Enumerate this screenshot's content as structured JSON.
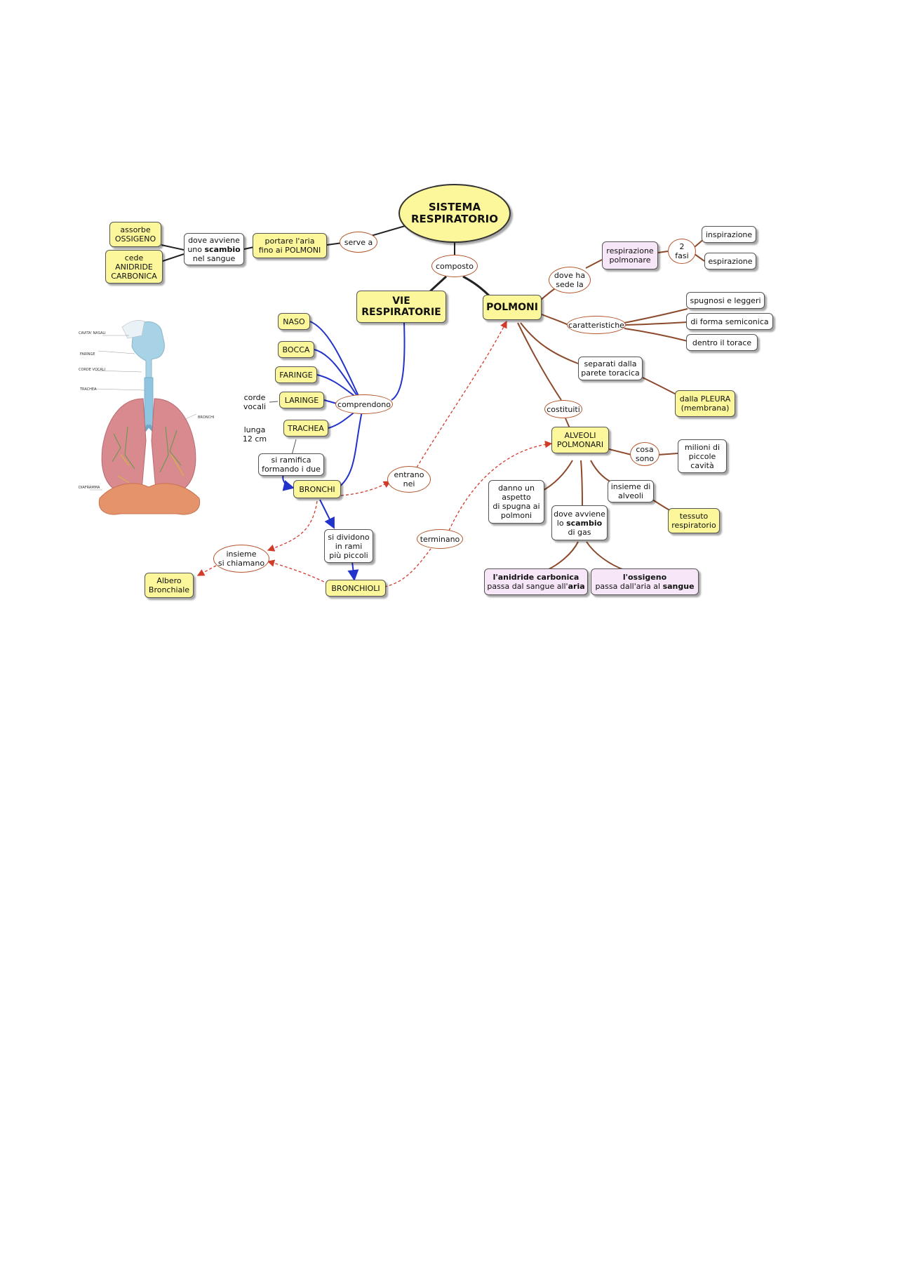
{
  "nodes": {
    "sistema": "SISTEMA\nRESPIRATORIO",
    "composto": "composto",
    "vie": "VIE\nRESPIRATORIE",
    "polmoni": "POLMONI",
    "serve_a": "serve a",
    "portare": "portare l'aria\nfino ai POLMONI",
    "dove_avviene_pre": "dove avviene\nuno ",
    "dove_avviene_bold": "scambio",
    "dove_avviene_post": "\nnel sangue",
    "assorbe": "assorbe\nOSSIGENO",
    "cede": "cede\nANIDRIDE\nCARBONICA",
    "dove_ha": "dove ha\nsede la",
    "resp_polm": "respirazione\npolmonare",
    "due_fasi": "2\nfasi",
    "inspirazione": "inspirazione",
    "espirazione": "espirazione",
    "caratteristiche": "caratteristiche",
    "spugnosi": "spugnosi e leggeri",
    "forma": "di forma semiconica",
    "dentro": "dentro il torace",
    "separati": "separati dalla\nparete toracica",
    "pleura": "dalla PLEURA\n(membrana)",
    "costituiti": "costituiti",
    "alveoli": "ALVEOLI\nPOLMONARI",
    "cosa_sono": "cosa\nsono",
    "milioni": "milioni di\npiccole\ncavità",
    "danno": "danno un\naspetto\ndi spugna ai\npolmoni",
    "insieme_alveoli": "insieme di\nalveoli",
    "tessuto": "tessuto\nrespiratorio",
    "scambio_pre": "dove avviene\nlo ",
    "scambio_bold": "scambio",
    "scambio_post": "\ndi gas",
    "anidride_bold": "l'anidride carbonica",
    "anidride_rest": "\npassa dal sangue all'",
    "anidride_bold2": "aria",
    "ossigeno_bold": "l'ossigeno",
    "ossigeno_rest": "\npassa dall'aria al ",
    "ossigeno_bold2": "sangue",
    "naso": "NASO",
    "bocca": "BOCCA",
    "faringe": "FARINGE",
    "laringe": "LARINGE",
    "trachea": "TRACHEA",
    "corde": "corde\nvocali",
    "lunga": "lunga\n12 cm",
    "comprendono": "comprendono",
    "ramifica": "si ramifica\nformando i due",
    "bronchi": "BRONCHI",
    "entrano": "entrano\nnei",
    "dividono": "si dividono\nin rami\npiù piccoli",
    "bronchioli": "BRONCHIOLI",
    "terminano": "terminano",
    "insieme_chiamano": "insieme\nsi chiamano",
    "albero": "Albero\nBronchiale"
  },
  "anatomy_labels": {
    "cavita": "CAVITA' NASALI",
    "faringe": "FARINGE",
    "corde": "CORDE VOCALI",
    "trachea": "TRACHEA",
    "bronchi": "BRONCHI",
    "diaframma": "DIAFRAMMA"
  },
  "colors": {
    "yellow_concept": "#fbf79a",
    "pink_concept": "#f6e6f7",
    "link_black": "#222222",
    "link_blue": "#2233cc",
    "link_brown": "#8b4a2b",
    "link_red_dashed": "#d23a2a"
  }
}
